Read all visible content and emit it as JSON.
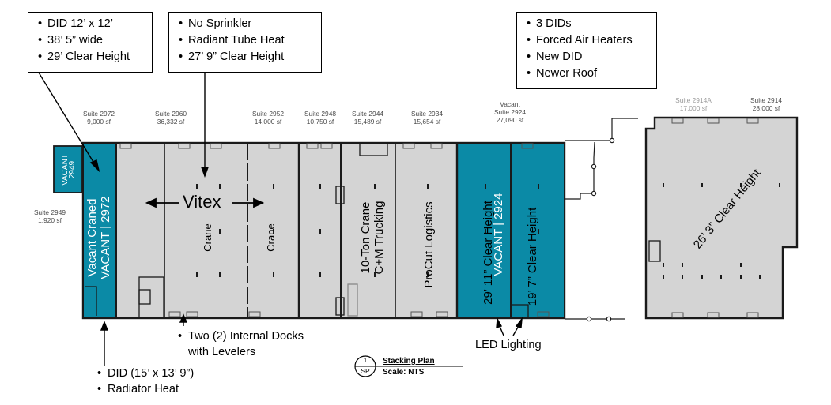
{
  "callouts": {
    "left": [
      "DID 12’ x 12’",
      "38’ 5” wide",
      "29’ Clear Height"
    ],
    "middle": [
      "No Sprinkler",
      "Radiant Tube Heat",
      "27’ 9” Clear Height"
    ],
    "right": [
      "3 DIDs",
      "Forced Air Heaters",
      "New DID",
      "Newer Roof"
    ]
  },
  "suites": [
    {
      "id": "2972",
      "name": "Suite 2972",
      "area": "9,000 sf"
    },
    {
      "id": "2960",
      "name": "Suite 2960",
      "area": "36,332 sf"
    },
    {
      "id": "2952",
      "name": "Suite 2952",
      "area": "14,000 sf"
    },
    {
      "id": "2948",
      "name": "Suite 2948",
      "area": "10,750 sf"
    },
    {
      "id": "2944",
      "name": "Suite 2944",
      "area": "15,489 sf"
    },
    {
      "id": "2934",
      "name": "Suite 2934",
      "area": "15,654 sf"
    },
    {
      "id": "2924",
      "prefix": "Vacant",
      "name": "Suite 2924",
      "area": "27,090 sf"
    },
    {
      "id": "2914A",
      "name": "Suite 2914A",
      "area": "17,000 sf"
    },
    {
      "id": "2914",
      "name": "Suite 2914",
      "area": "28,000 sf"
    },
    {
      "id": "2949",
      "name": "Suite 2949",
      "area": "1,920 sf"
    }
  ],
  "plan_labels": {
    "vacant_2949_line1": "VACANT",
    "vacant_2949_line2": "2949",
    "suite_2972_line1": "Vacant Craned",
    "suite_2972_line2": "VACANT | 2972",
    "vitex": "Vitex",
    "crane_1": "Crane",
    "crane_2": "Crane",
    "trucking_line1": "10-Ton Crane",
    "trucking_line2": "C+M Trucking",
    "procut": "ProCut Logistics",
    "suite_2924_left": "29’ 11” Clear Height",
    "suite_2924_vacant": "VACANT | 2924",
    "suite_2924_right": "19’ 7” Clear Height",
    "clear_height_2914": "26’ 3” Clear Height"
  },
  "notes": {
    "docks_line1": "Two (2) Internal Docks",
    "docks_line2": "with Levelers",
    "led": "LED Lighting",
    "did_line1": "DID (15’ x 13’ 9”)",
    "did_line2": "Radiator Heat"
  },
  "stacking": {
    "number": "1",
    "code": "SP",
    "title": "Stacking Plan",
    "scale": "Scale: NTS"
  },
  "colors": {
    "vacant": "#0b8aa6",
    "leased": "#d4d4d4",
    "wall": "#1a1a1a"
  }
}
